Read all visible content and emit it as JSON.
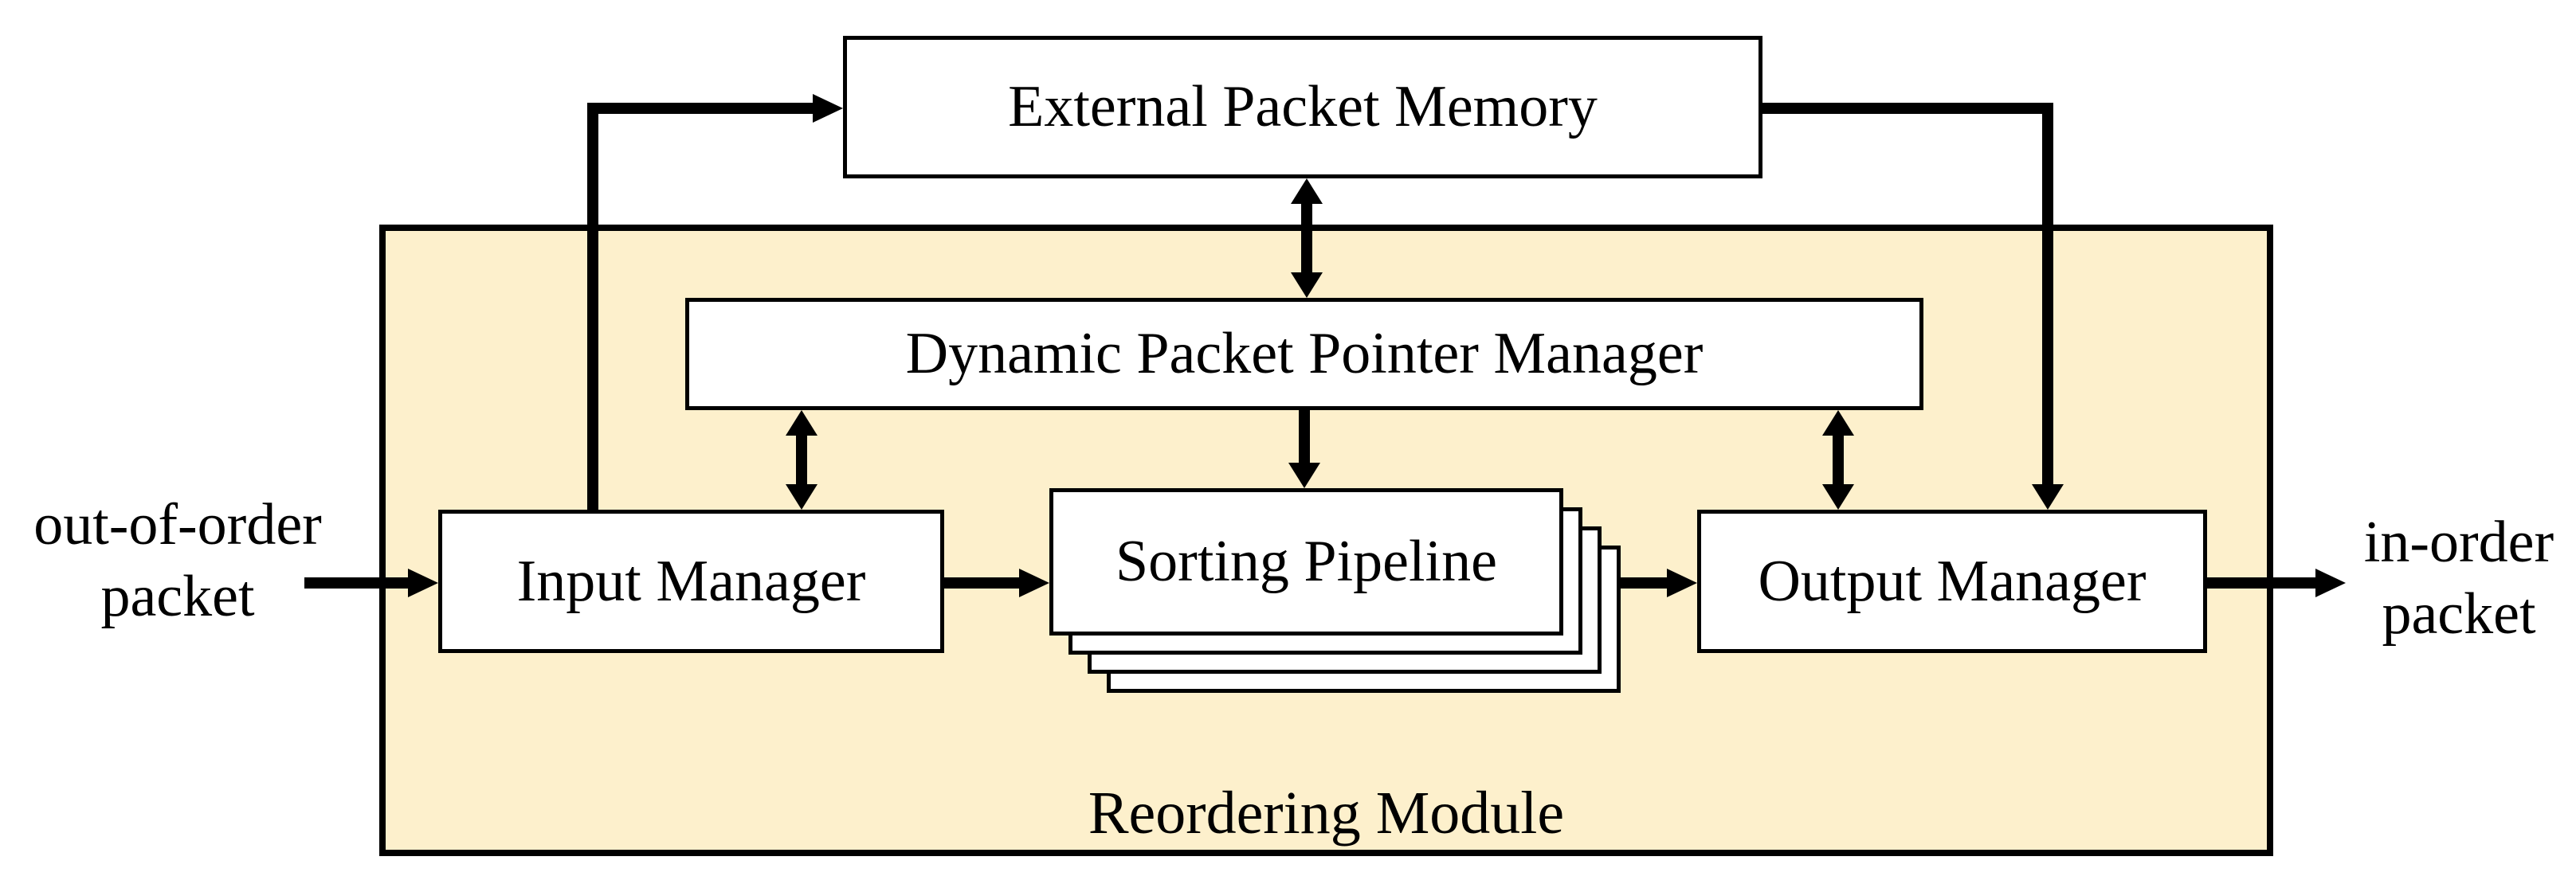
{
  "diagram": {
    "title_blocks": {
      "external_packet_memory": "External Packet Memory",
      "dynamic_packet_pointer_manager": "Dynamic Packet Pointer Manager",
      "input_manager": "Input Manager",
      "sorting_pipeline": "Sorting Pipeline",
      "output_manager": "Output Manager"
    },
    "module": {
      "label": "Reordering Module",
      "fill_color": "#fdf0cc",
      "border_color": "#000000"
    },
    "external_labels": {
      "input_line1": "out-of-order",
      "input_line2": "packet",
      "output_line1": "in-order",
      "output_line2": "packet"
    },
    "connectors": [
      {
        "name": "input-to-external-memory",
        "type": "elbow-arrow",
        "from": "input-manager-top",
        "to": "external-packet-memory-left"
      },
      {
        "name": "external-memory-to-pointer-manager",
        "type": "double-arrow",
        "from": "external-packet-memory-bottom",
        "to": "dynamic-packet-pointer-manager-top"
      },
      {
        "name": "pointer-manager-to-input-manager",
        "type": "double-arrow"
      },
      {
        "name": "pointer-manager-to-sorting-pipeline",
        "type": "down-arrow"
      },
      {
        "name": "pointer-manager-to-output-manager",
        "type": "double-arrow"
      },
      {
        "name": "external-memory-to-output-manager",
        "type": "elbow-down-arrow"
      },
      {
        "name": "out-of-order-packet-in",
        "type": "right-arrow"
      },
      {
        "name": "input-manager-to-sorting-pipeline",
        "type": "right-arrow"
      },
      {
        "name": "sorting-pipeline-to-output-manager",
        "type": "right-arrow"
      },
      {
        "name": "output-manager-to-in-order-packet",
        "type": "right-arrow"
      }
    ]
  }
}
